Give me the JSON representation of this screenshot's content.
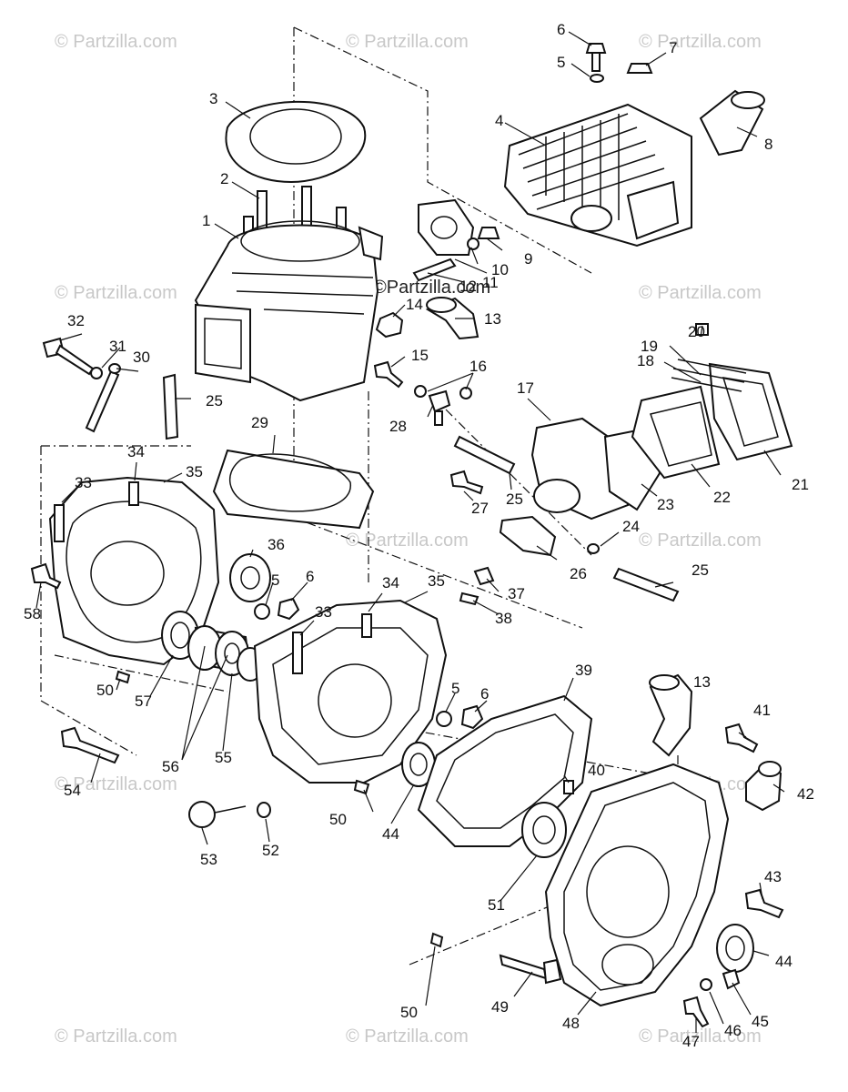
{
  "watermark": "© Partzilla.com",
  "watermark_inline": "©Partzilla.com",
  "parts": {
    "p1": "1",
    "p2": "2",
    "p3": "3",
    "p4": "4",
    "p5a": "5",
    "p5b": "5",
    "p5c": "5",
    "p6a": "6",
    "p6b": "6",
    "p6c": "6",
    "p7": "7",
    "p8": "8",
    "p9": "9",
    "p10": "10",
    "p11": "11",
    "p12": "12",
    "p13a": "13",
    "p13b": "13",
    "p14": "14",
    "p15": "15",
    "p16": "16",
    "p17": "17",
    "p18": "18",
    "p19": "19",
    "p20": "20",
    "p21": "21",
    "p22": "22",
    "p23": "23",
    "p24": "24",
    "p25a": "25",
    "p25b": "25",
    "p25c": "25",
    "p26": "26",
    "p27": "27",
    "p28": "28",
    "p29": "29",
    "p30": "30",
    "p31": "31",
    "p32": "32",
    "p33a": "33",
    "p33b": "33",
    "p34a": "34",
    "p34b": "34",
    "p35a": "35",
    "p35b": "35",
    "p36": "36",
    "p37": "37",
    "p38": "38",
    "p39": "39",
    "p40": "40",
    "p41": "41",
    "p42": "42",
    "p43": "43",
    "p44a": "44",
    "p44b": "44",
    "p45": "45",
    "p46": "46",
    "p47": "47",
    "p48": "48",
    "p49": "49",
    "p50a": "50",
    "p50b": "50",
    "p50c": "50",
    "p51": "51",
    "p52": "52",
    "p53": "53",
    "p54": "54",
    "p55": "55",
    "p56": "56",
    "p57": "57",
    "p58": "58"
  }
}
